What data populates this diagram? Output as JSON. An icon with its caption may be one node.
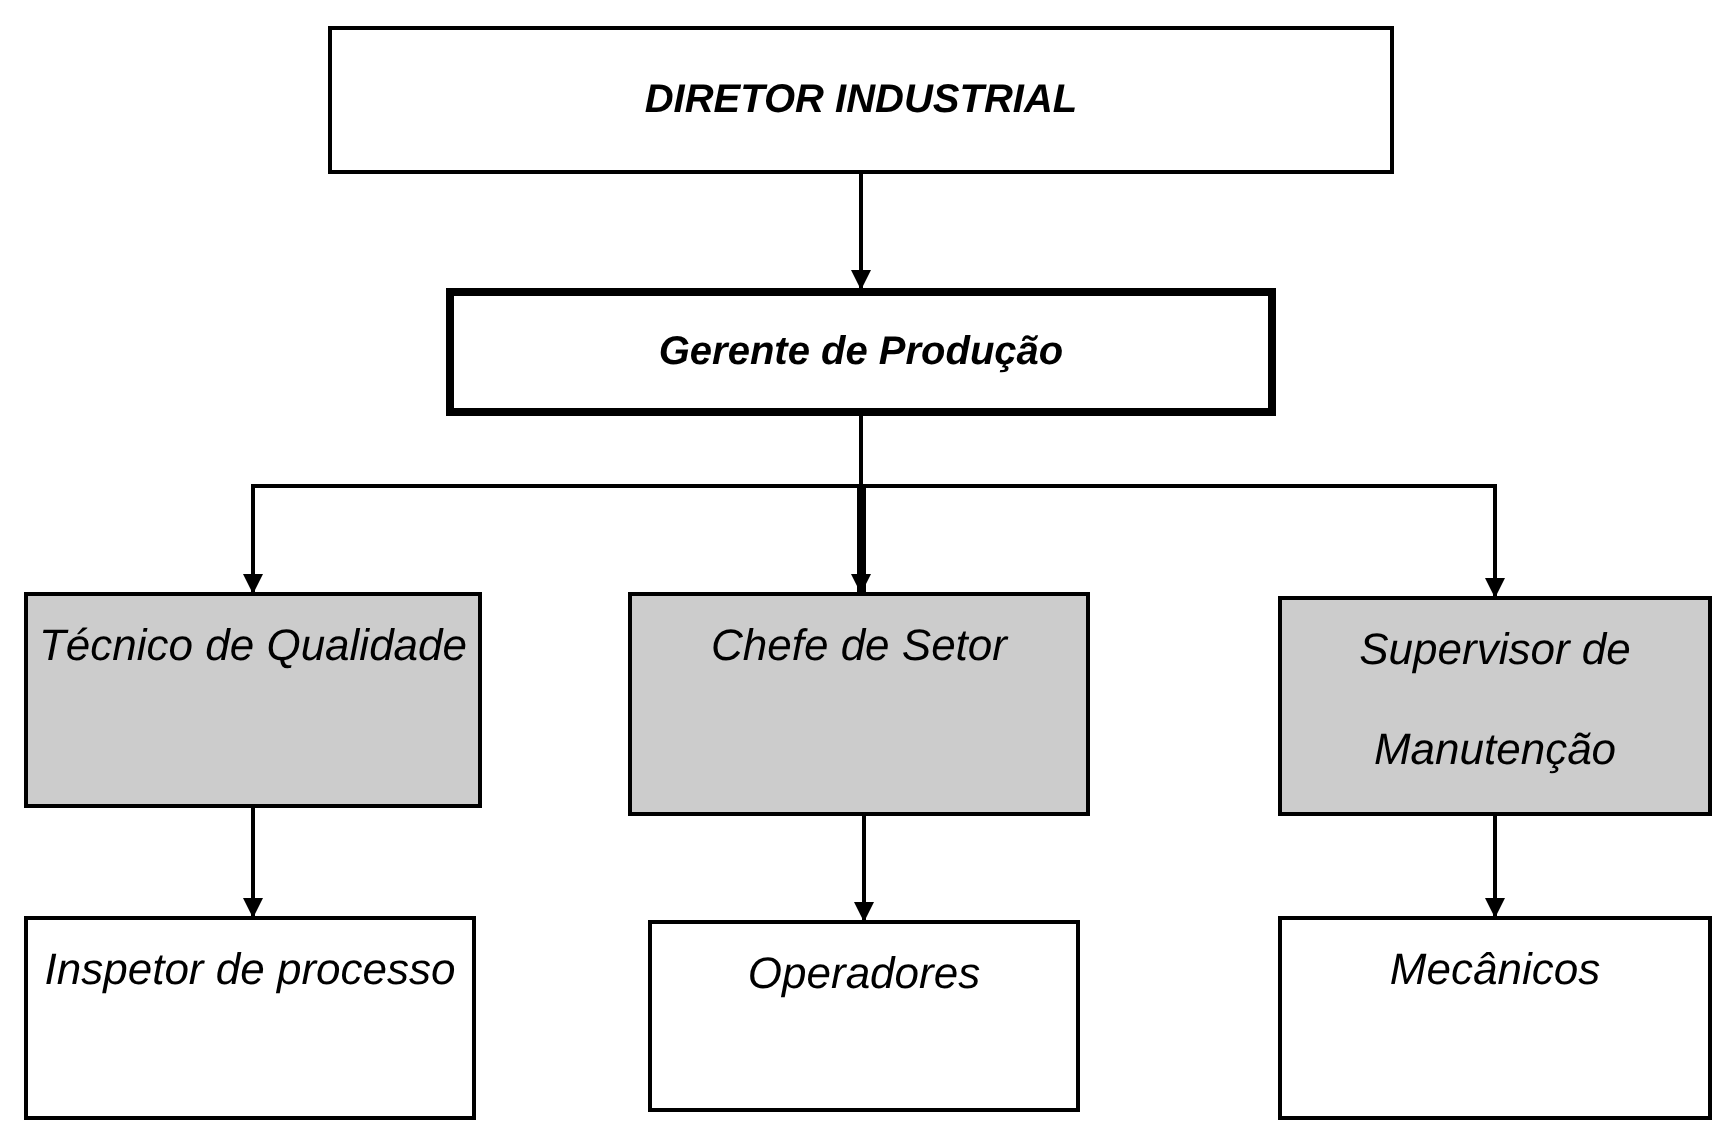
{
  "diagram": {
    "nodes": [
      {
        "text": [
          "DIRETOR INDUSTRIAL"
        ]
      },
      {
        "text": [
          "Gerente de Produção"
        ]
      },
      {
        "text": [
          "Técnico de Qualidade"
        ]
      },
      {
        "text": [
          "Chefe de Setor"
        ]
      },
      {
        "text": [
          "Supervisor de Manutenção"
        ]
      },
      {
        "text": [
          "Inspetor de processo"
        ]
      },
      {
        "text": [
          "Operadores"
        ]
      },
      {
        "text": [
          "Mecânicos"
        ]
      }
    ],
    "edges": [
      {
        "from": 0,
        "to": 1,
        "arrow": "to"
      },
      {
        "from": 1,
        "to": 2,
        "arrow": "to"
      },
      {
        "from": 1,
        "to": 3,
        "arrow": "to"
      },
      {
        "from": 1,
        "to": 4,
        "arrow": "to"
      },
      {
        "from": 2,
        "to": 5,
        "arrow": "to"
      },
      {
        "from": 3,
        "to": 6,
        "arrow": "to"
      },
      {
        "from": 4,
        "to": 7,
        "arrow": "to"
      }
    ]
  }
}
